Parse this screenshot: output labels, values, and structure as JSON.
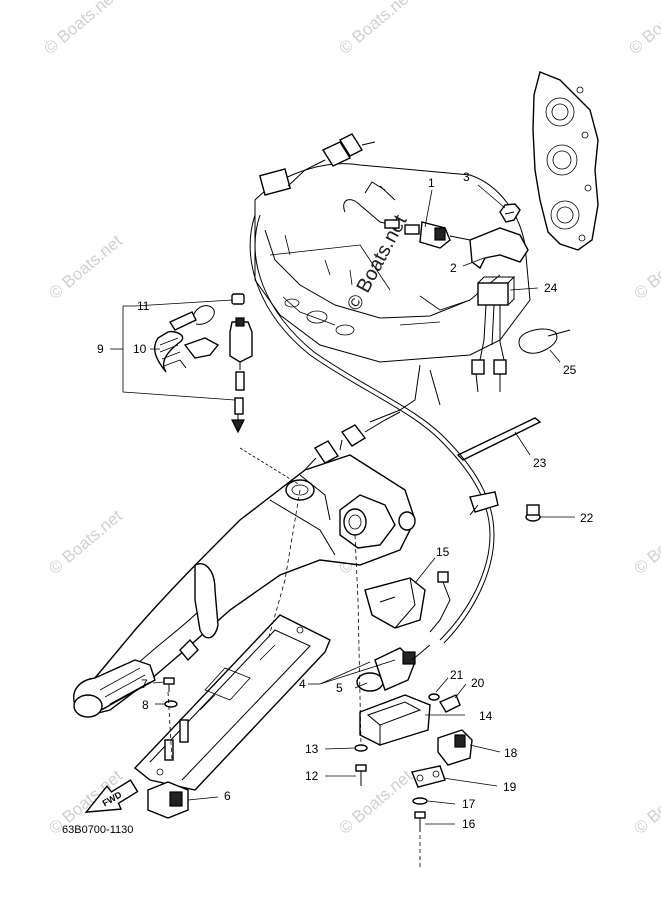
{
  "diagram_code": "63B0700-1130",
  "fwd_label": "FWD",
  "watermark": "© Boats.net",
  "callouts": [
    {
      "id": "c1",
      "label": "1"
    },
    {
      "id": "c2",
      "label": "2"
    },
    {
      "id": "c3",
      "label": "3"
    },
    {
      "id": "c4",
      "label": "4"
    },
    {
      "id": "c5",
      "label": "5"
    },
    {
      "id": "c6",
      "label": "6"
    },
    {
      "id": "c7",
      "label": "7"
    },
    {
      "id": "c8",
      "label": "8"
    },
    {
      "id": "c9",
      "label": "9"
    },
    {
      "id": "c10",
      "label": "10"
    },
    {
      "id": "c11",
      "label": "11"
    },
    {
      "id": "c12",
      "label": "12"
    },
    {
      "id": "c13",
      "label": "13"
    },
    {
      "id": "c14",
      "label": "14"
    },
    {
      "id": "c15",
      "label": "15"
    },
    {
      "id": "c16",
      "label": "16"
    },
    {
      "id": "c17",
      "label": "17"
    },
    {
      "id": "c18",
      "label": "18"
    },
    {
      "id": "c19",
      "label": "19"
    },
    {
      "id": "c20",
      "label": "20"
    },
    {
      "id": "c21",
      "label": "21"
    },
    {
      "id": "c22",
      "label": "22"
    },
    {
      "id": "c23",
      "label": "23"
    },
    {
      "id": "c24",
      "label": "24"
    },
    {
      "id": "c25",
      "label": "25"
    }
  ]
}
